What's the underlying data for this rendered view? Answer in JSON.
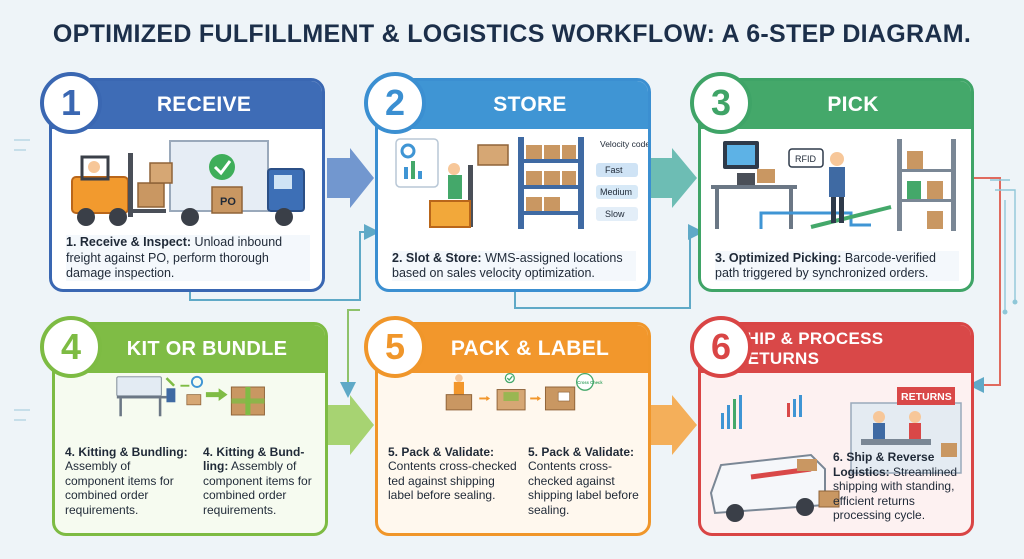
{
  "title": "OPTIMIZED FULFILLMENT & LOGISTICS WORKFLOW: A 6-STEP DIAGRAM.",
  "steps": [
    {
      "number": "1",
      "heading": "RECEIVE",
      "bold": "1. Receive & Inspect:",
      "text": " Unload inbound freight against PO, perform thorough damage inspection.",
      "scene": {
        "box_label": "PO"
      }
    },
    {
      "number": "2",
      "heading": "STORE",
      "bold": "2. Slot & Store:",
      "text": " WMS-assigned locations based on sales velocity optimization.",
      "scene": {
        "legend_title": "Velocity codes",
        "legend": [
          "Fast",
          "Medium",
          "Slow"
        ]
      }
    },
    {
      "number": "3",
      "heading": "PICK",
      "bold": "3. Optimized Picking:",
      "text": " Barcode-verified path triggered by synchronized orders.",
      "scene": {
        "tag": "RFID"
      }
    },
    {
      "number": "4",
      "heading": "KIT OR BUNDLE",
      "bold": "4. Kitting & Bundling:",
      "text": " Assembly of component items for combined order requirements.",
      "bold2": "4. Kitting & Bund-ling:",
      "text2": " Assembly of component items for combined order requirements."
    },
    {
      "number": "5",
      "heading": "PACK & LABEL",
      "bold": "5. Pack & Validate:",
      "text": " Contents cross-checked ted against shipping label before sealing.",
      "bold2": "5. Pack & Validate:",
      "text2": " Contents cross-checked against shipping label before sealing.",
      "scene": {
        "stamp": "Cross Check"
      }
    },
    {
      "number": "6",
      "heading": "SHIP & PROCESS RETURNS",
      "bold": "6. Ship & Reverse Logistics:",
      "text": " Streamlined shipping with standing, efficient returns processing cycle.",
      "scene": {
        "sign": "RETURNS"
      }
    }
  ],
  "colors": {
    "step1": "#3e6cb6",
    "step2": "#3f95d4",
    "step3": "#44a86a",
    "step4": "#7fbc45",
    "step5": "#f2972c",
    "step6": "#d94848"
  }
}
